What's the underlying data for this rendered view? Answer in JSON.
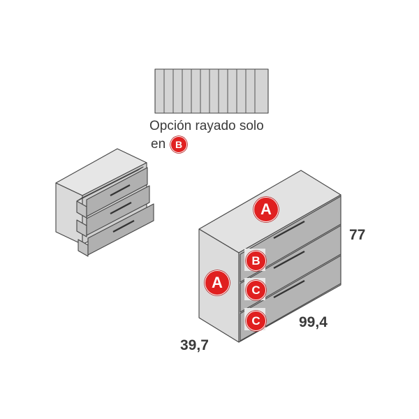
{
  "caption": {
    "line1": "Opción rayado solo",
    "line2": "en",
    "badge": "B"
  },
  "dimensions": {
    "height": "77",
    "width": "99,4",
    "depth": "39,7"
  },
  "zones": {
    "top": "A",
    "side": "A",
    "drawer1": "B",
    "drawer2": "C",
    "drawer3": "C"
  },
  "colors": {
    "accent": "#e02020",
    "panel_light": "#dcdcdc",
    "panel_mid": "#b4b4b4",
    "outline": "#444444"
  }
}
